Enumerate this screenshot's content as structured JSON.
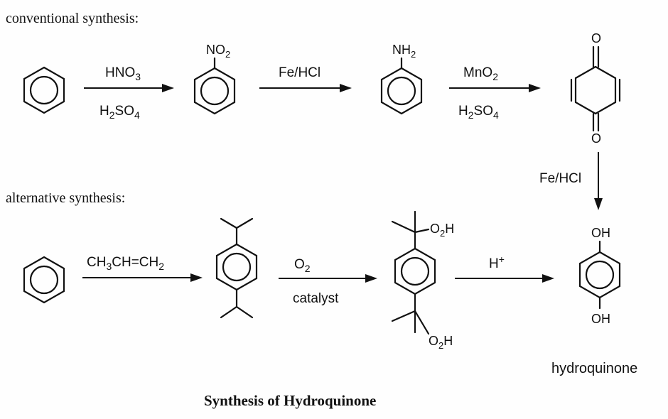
{
  "sections": {
    "conventional_label": "conventional synthesis:",
    "alternative_label": "alternative synthesis:"
  },
  "reagents": {
    "step1_top": "HNO3",
    "step1_bottom": "H2SO4",
    "step2_top": "Fe/HCl",
    "step3_top": "MnO2",
    "step3_bottom": "H2SO4",
    "step4_side": "Fe/HCl",
    "alt1_top": "CH3CH=CH2",
    "alt2_top": "O2",
    "alt2_bottom": "catalyst",
    "alt3_top": "H+"
  },
  "substituents": {
    "nitro": "NO2",
    "amine": "NH2",
    "carbonyl_top": "O",
    "carbonyl_bottom": "O",
    "hydroperoxide_top": "O2H",
    "hydroperoxide_bottom": "O2H",
    "hydroxyl_top": "OH",
    "hydroxyl_bottom": "OH"
  },
  "product_caption": "hydroquinone",
  "title": "Synthesis of Hydroquinone"
}
